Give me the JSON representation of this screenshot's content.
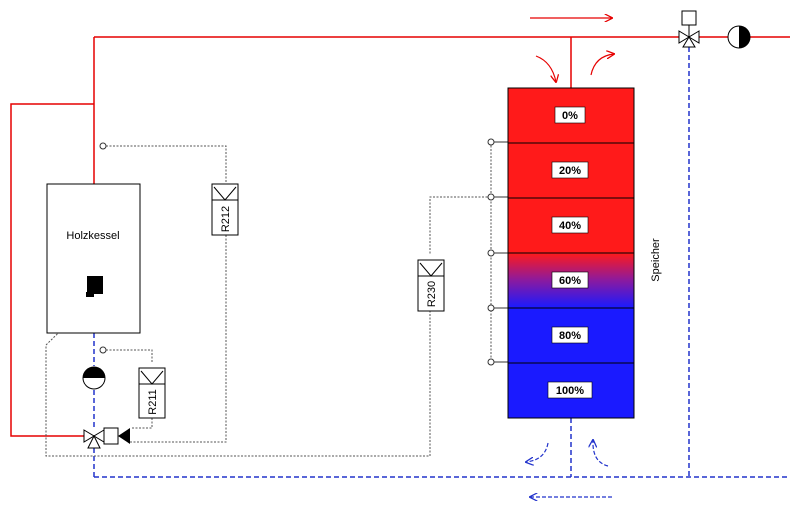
{
  "boiler": {
    "label": "Holzkessel"
  },
  "storage": {
    "label": "Speicher",
    "layers": [
      {
        "label": "0%",
        "color": "#ff1a1a"
      },
      {
        "label": "20%",
        "color": "#ff1a1a"
      },
      {
        "label": "40%",
        "color": "#ff1a1a"
      },
      {
        "label": "60%",
        "color": "gradient"
      },
      {
        "label": "80%",
        "color": "#1a1aff"
      },
      {
        "label": "100%",
        "color": "#1a1aff"
      }
    ]
  },
  "relays": {
    "r212": "R212",
    "r230": "R230",
    "r211": "R211"
  },
  "colors": {
    "hot_line": "#e60000",
    "cold_line": "#2233cc",
    "hot_fill": "#ff1a1a",
    "cold_fill": "#1a1aff",
    "sensor_line": "#555555"
  },
  "icons": [
    "pump-icon",
    "mixing-valve-icon",
    "three-way-valve-icon",
    "flow-arrow-icon",
    "thermostat-icon"
  ]
}
